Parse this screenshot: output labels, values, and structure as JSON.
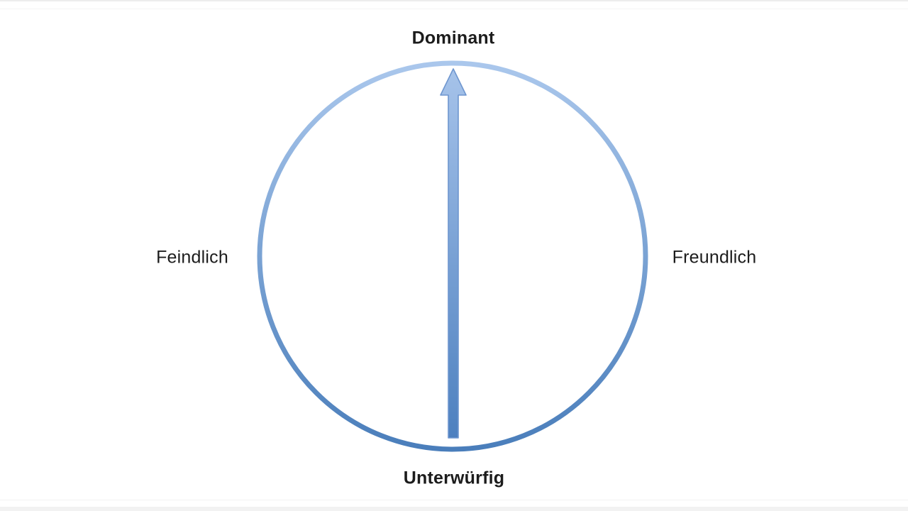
{
  "diagram": {
    "type": "circumplex-axis-diagram",
    "labels": {
      "top": "Dominant",
      "bottom": "Unterwürfig",
      "left": "Feindlich",
      "right": "Freundlich"
    },
    "arrow": {
      "icon": "up-arrow",
      "from_label": "Unterwürfig",
      "to_label": "Dominant"
    }
  },
  "colors": {
    "circle_gradient_top": "#aac7ec",
    "circle_gradient_bottom": "#4a7ebb",
    "arrow_gradient_top": "#a6c3ea",
    "arrow_gradient_bottom": "#4d80bf",
    "arrow_stroke": "#6e96cf",
    "text": "#1c1c1c",
    "background": "#ffffff"
  }
}
